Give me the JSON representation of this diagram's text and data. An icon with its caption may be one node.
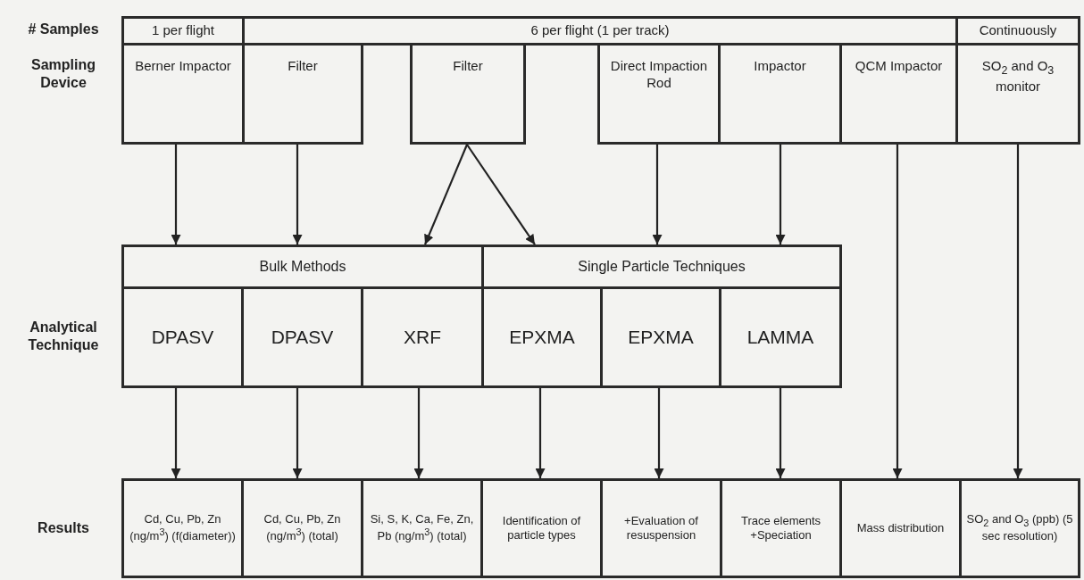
{
  "diagram": {
    "nodes": [
      {
        "text": [
          "1 per flight"
        ]
      },
      {
        "text": [
          "6 per flight (1 per track)"
        ]
      },
      {
        "text": [
          "Continuously"
        ]
      },
      {
        "text": [
          "Berner Impactor"
        ]
      },
      {
        "text": [
          "Filter"
        ]
      },
      {
        "text": [
          "Filter"
        ]
      },
      {
        "text": [
          "Direct Impaction Rod"
        ]
      },
      {
        "text": [
          "Impactor"
        ]
      },
      {
        "text": [
          "QCM Impactor"
        ]
      },
      {
        "text": [
          "SO$_{2}$ and O$_{3}$ monitor"
        ]
      },
      {
        "text": [
          "Bulk Methods"
        ]
      },
      {
        "text": [
          "Single Particle Techniques"
        ]
      },
      {
        "text": [
          "DPASV"
        ]
      },
      {
        "text": [
          "DPASV"
        ]
      },
      {
        "text": [
          "XRF"
        ]
      },
      {
        "text": [
          "EPXMA"
        ]
      },
      {
        "text": [
          "EPXMA"
        ]
      },
      {
        "text": [
          "LAMMA"
        ]
      },
      {
        "text": [
          "Cd, Cu, Pb, Zn (ng/m$^{3}$) (f(diameter))"
        ]
      },
      {
        "text": [
          "Cd, Cu, Pb, Zn (ng/m$^{3}$) (total)"
        ]
      },
      {
        "text": [
          "Si, S, K, Ca, Fe, Zn, Pb (ng/m$^{3}$) (total)"
        ]
      },
      {
        "text": [
          "Identification of particle types"
        ]
      },
      {
        "text": [
          "+Evaluation of resuspension"
        ]
      },
      {
        "text": [
          "Trace elements +Speciation"
        ]
      },
      {
        "text": [
          "Mass distribution"
        ]
      },
      {
        "text": [
          "SO$_{2}$ and O$_{3}$ (ppb) (5 sec resolution)"
        ]
      }
    ],
    "edges": [
      {
        "from": 3,
        "to": 10,
        "arrow": "to"
      },
      {
        "from": 4,
        "to": 10,
        "arrow": "to"
      },
      {
        "from": 5,
        "to": 10,
        "arrow": "to"
      },
      {
        "from": 5,
        "to": 11,
        "arrow": "to"
      },
      {
        "from": 6,
        "to": 11,
        "arrow": "to"
      },
      {
        "from": 7,
        "to": 11,
        "arrow": "to"
      },
      {
        "from": 8,
        "to": 24,
        "arrow": "to"
      },
      {
        "from": 9,
        "to": 25,
        "arrow": "to"
      },
      {
        "from": 12,
        "to": 18,
        "arrow": "to"
      },
      {
        "from": 13,
        "to": 19,
        "arrow": "to"
      },
      {
        "from": 14,
        "to": 20,
        "arrow": "to"
      },
      {
        "from": 15,
        "to": 21,
        "arrow": "to"
      },
      {
        "from": 16,
        "to": 22,
        "arrow": "to"
      },
      {
        "from": 17,
        "to": 23,
        "arrow": "to"
      }
    ],
    "labels": [
      "# Samples",
      "Sampling Device",
      "Analytical Technique",
      "Results"
    ]
  }
}
